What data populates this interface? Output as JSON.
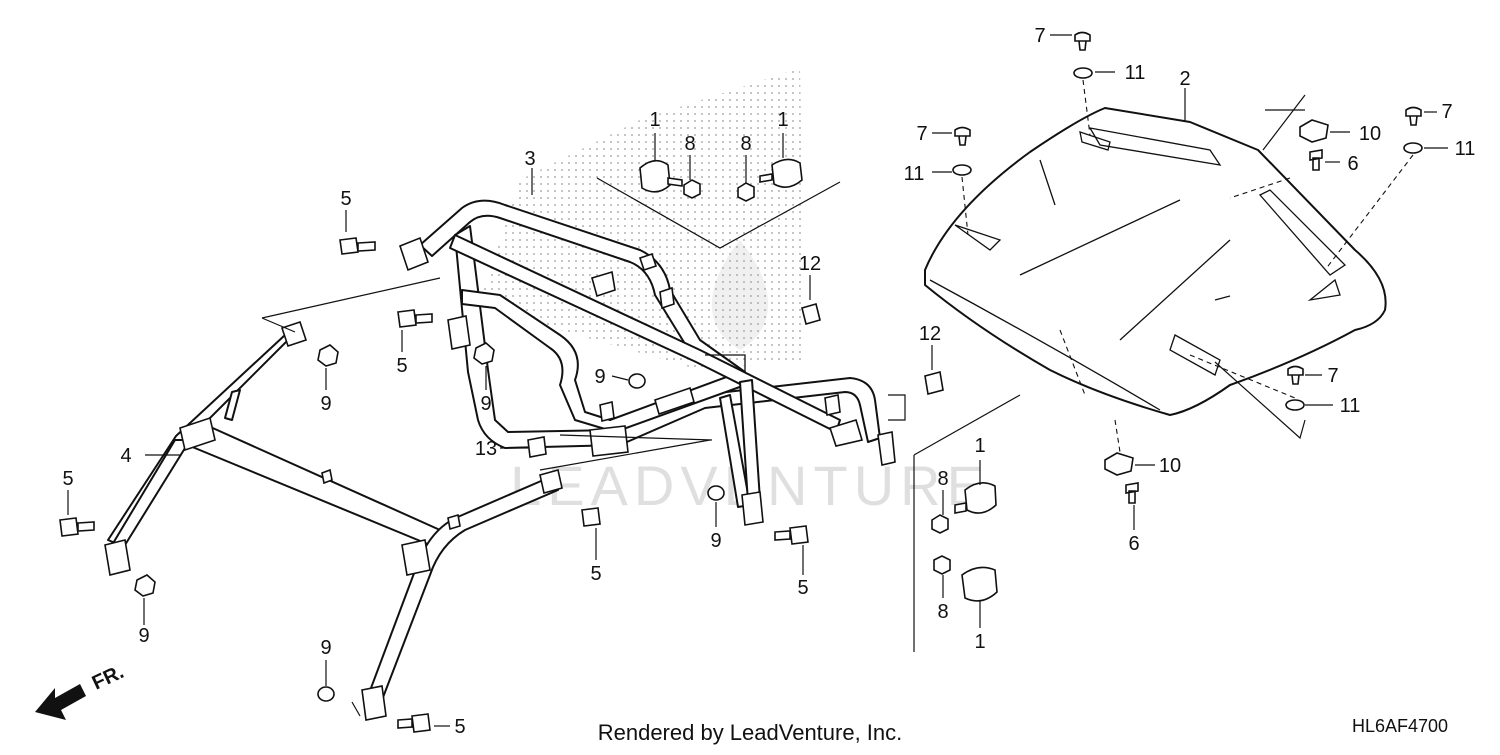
{
  "diagram": {
    "footer": "Rendered by LeadVenture, Inc.",
    "diagram_code": "HL6AF4700",
    "front_indicator": "FR.",
    "watermark": "LEADVENTURE",
    "callouts": {
      "c1a": "1",
      "c1b": "1",
      "c1c": "1",
      "c1d": "1",
      "c2": "2",
      "c3": "3",
      "c4": "4",
      "c5a": "5",
      "c5b": "5",
      "c5c": "5",
      "c5d": "5",
      "c5e": "5",
      "c5f": "5",
      "c6a": "6",
      "c6b": "6",
      "c7a": "7",
      "c7b": "7",
      "c7c": "7",
      "c7d": "7",
      "c8a": "8",
      "c8b": "8",
      "c8c": "8",
      "c8d": "8",
      "c9a": "9",
      "c9b": "9",
      "c9c": "9",
      "c9d": "9",
      "c9e": "9",
      "c9f": "9",
      "c10a": "10",
      "c10b": "10",
      "c11a": "11",
      "c11b": "11",
      "c11c": "11",
      "c11d": "11",
      "c12a": "12",
      "c12b": "12",
      "c13": "13"
    }
  }
}
